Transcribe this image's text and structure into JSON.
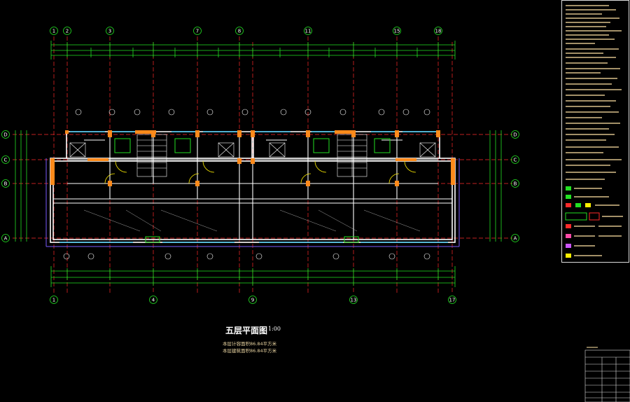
{
  "drawing": {
    "title": "五层平面图",
    "scale": "1:00",
    "note_lines": [
      "本层计容面积86.84平方米",
      "本层建筑面积86.84平方米"
    ]
  },
  "axes": {
    "top_labels": [
      "1",
      "2",
      "3",
      "7",
      "8",
      "11",
      "15",
      "18"
    ],
    "bottom_labels": [
      "1",
      "4",
      "9",
      "13",
      "17"
    ],
    "row_labels": [
      "D",
      "C",
      "B",
      "A"
    ]
  },
  "colors": {
    "background": "#000000",
    "wall": "#ffffff",
    "axis": "#ff2a2a",
    "dimension": "#22e022",
    "column": "#ff8a1a",
    "window": "#33ccff",
    "accent": "#ffee00",
    "note": "#e8d3a0"
  }
}
